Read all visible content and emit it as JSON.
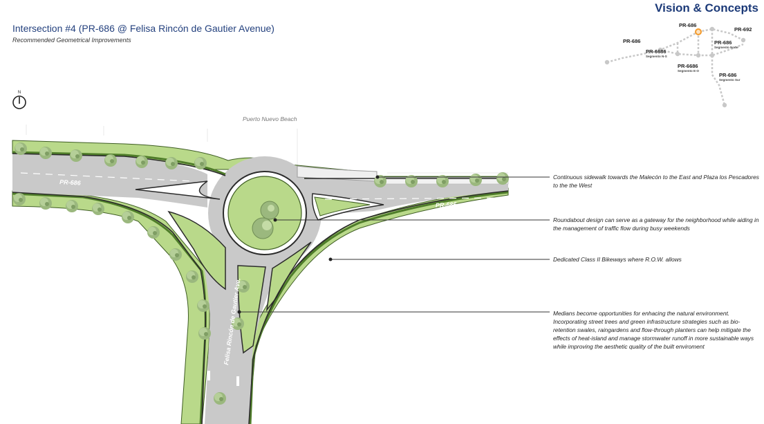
{
  "header": {
    "title": "Vision & Concepts"
  },
  "page": {
    "title": "Intersection #4 (PR-686 @ Felisa Rincón de Gautier Avenue)",
    "subtitle": "Recommended Geometrical Improvements"
  },
  "plan": {
    "beach_label": "Puerto Nuevo Beach",
    "road_label_west": "PR-686",
    "road_label_east": "PR-686",
    "avenue_label": "Felisa Rincón de Gautier Ave.",
    "north_label": "N"
  },
  "callouts": [
    {
      "text": "Continuous sidewalk towards the Malecón to the East and Plaza los Pescadores to the the West"
    },
    {
      "text": "Roundabout design can serve as a gateway for the neighborhood while aiding in the management of traffic flow during busy weekends"
    },
    {
      "text": "Dedicated Class II Bikeways where R.O.W. allows"
    },
    {
      "text": "Medians become opportunities for enhacing the natural environment. Incorporating street trees and green infrastructure strategies such as bio-retention swales, raingardens and flow-through planters can help mitigate the effects of heat-island and manage stormwater runoff in more sustainable ways while improving the aesthetic quality of the built enviroment"
    }
  ],
  "key_map": {
    "labels": [
      {
        "text": "PR-686"
      },
      {
        "text": "PR-692"
      },
      {
        "text": "PR-686"
      },
      {
        "text": "PR-6686",
        "sub": "Segmento N-S"
      },
      {
        "text": "PR-686",
        "sub": "Segmento Norte"
      },
      {
        "text": "PR-6686",
        "sub": "Segmento E-O"
      },
      {
        "text": "PR-686",
        "sub": "Segmento Sur"
      }
    ],
    "highlight_color": "#f39a2b"
  },
  "colors": {
    "asphalt": "#c9c9c9",
    "grass": "#b9d98a",
    "bikelane": "#4f7d2a",
    "curb": "#2b2b2b",
    "title": "#24417e"
  }
}
